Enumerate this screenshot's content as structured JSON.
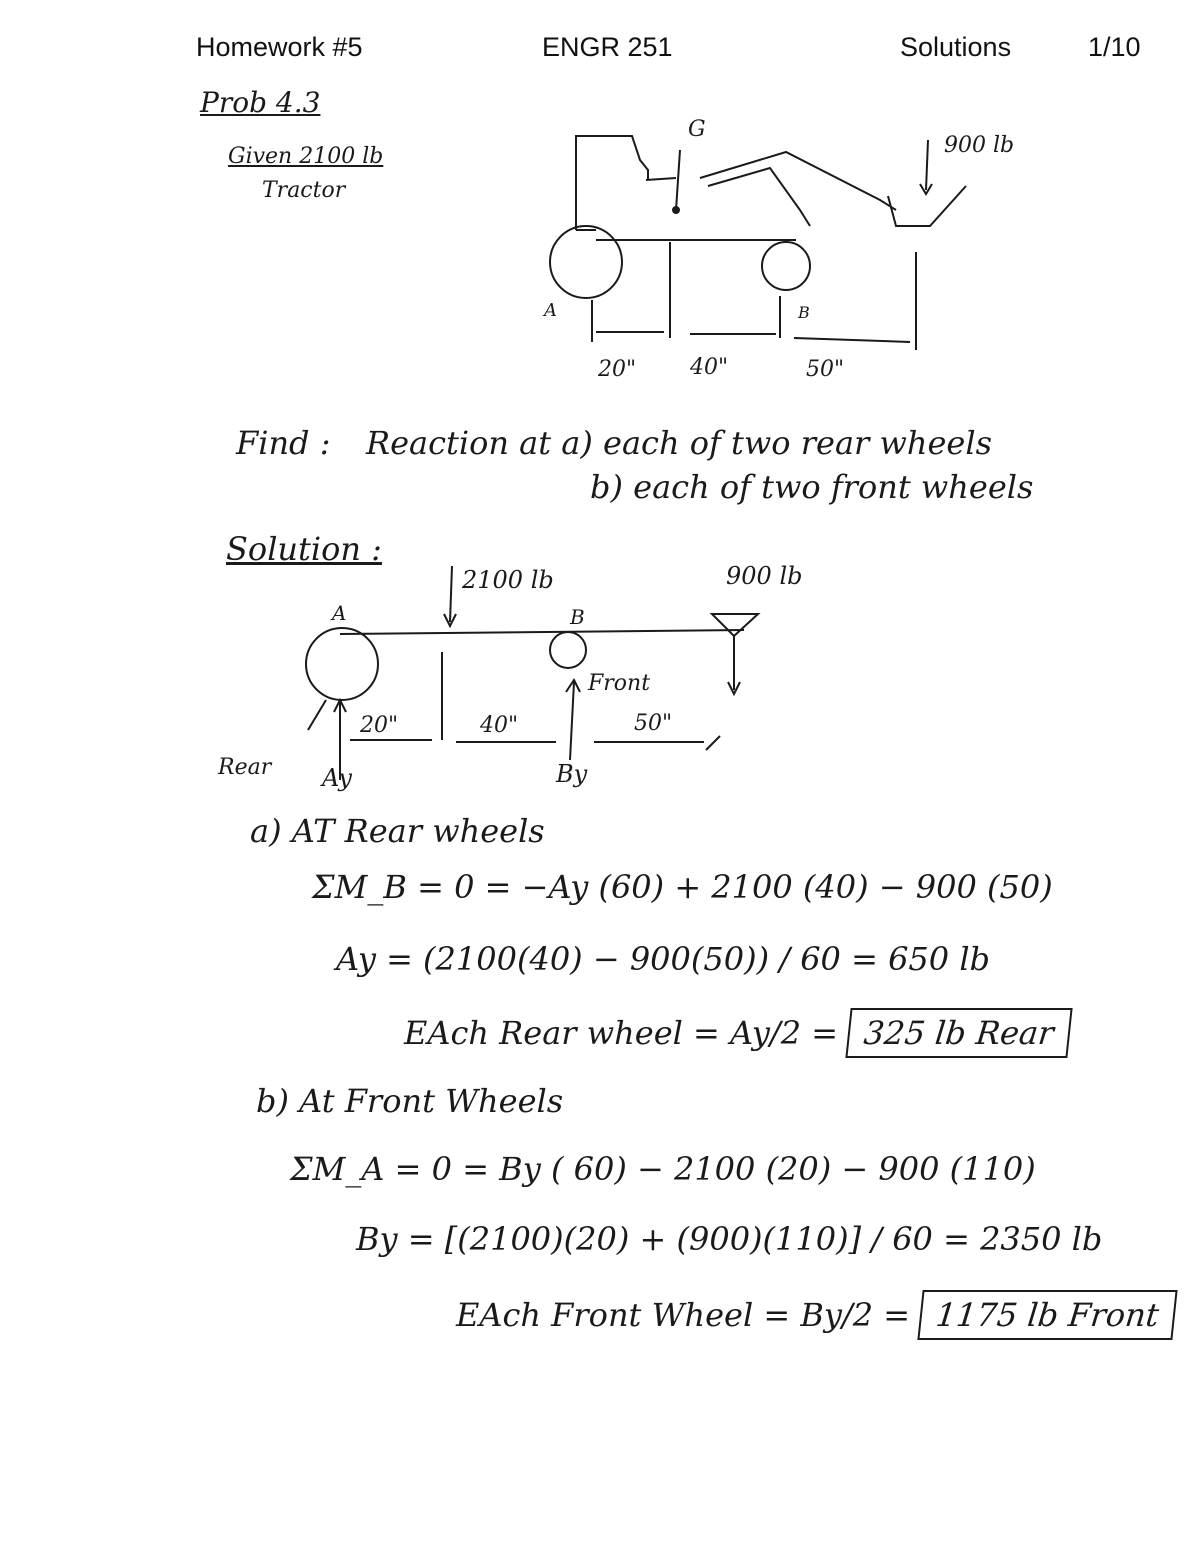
{
  "header": {
    "left": "Homework #5",
    "center": "ENGR 251",
    "right": "Solutions",
    "page": "1/10"
  },
  "problem": {
    "title": "Prob 4.3",
    "given_line1": "Given 2100 lb",
    "given_line2": "Tractor"
  },
  "figure1": {
    "label_g": "G",
    "load": "900 lb",
    "label_a": "A",
    "label_b": "B",
    "dim1": "20\"",
    "dim2": "40\"",
    "dim3": "50\""
  },
  "find": {
    "label": "Find :",
    "line1": "Reaction at  a) each of two rear wheels",
    "line2": "b) each of two front wheels"
  },
  "solution": {
    "label": "Solution :"
  },
  "figure2": {
    "weight": "2100 lb",
    "load": "900 lb",
    "label_a": "A",
    "label_b": "B",
    "front": "Front",
    "rear": "Rear",
    "dim1": "20\"",
    "dim2": "40\"",
    "dim3": "50\"",
    "ay": "Ay",
    "by": "By"
  },
  "part_a": {
    "heading": "a)   AT Rear wheels",
    "eq1": "ΣM_B = 0 = −Ay (60) + 2100 (40) − 900 (50)",
    "eq2": "Ay = (2100(40) − 900(50)) / 60 = 650 lb",
    "eq3_text": "EAch Rear wheel = Ay/2 =",
    "answer": "325 lb Rear"
  },
  "part_b": {
    "heading": "b)   At Front Wheels",
    "eq1": "ΣM_A = 0 = By ( 60) − 2100 (20) − 900 (110)",
    "eq2": "By = [(2100)(20) + (900)(110)] / 60 = 2350 lb",
    "eq3_text": "EAch Front Wheel = By/2 =",
    "answer": "1175 lb Front"
  }
}
